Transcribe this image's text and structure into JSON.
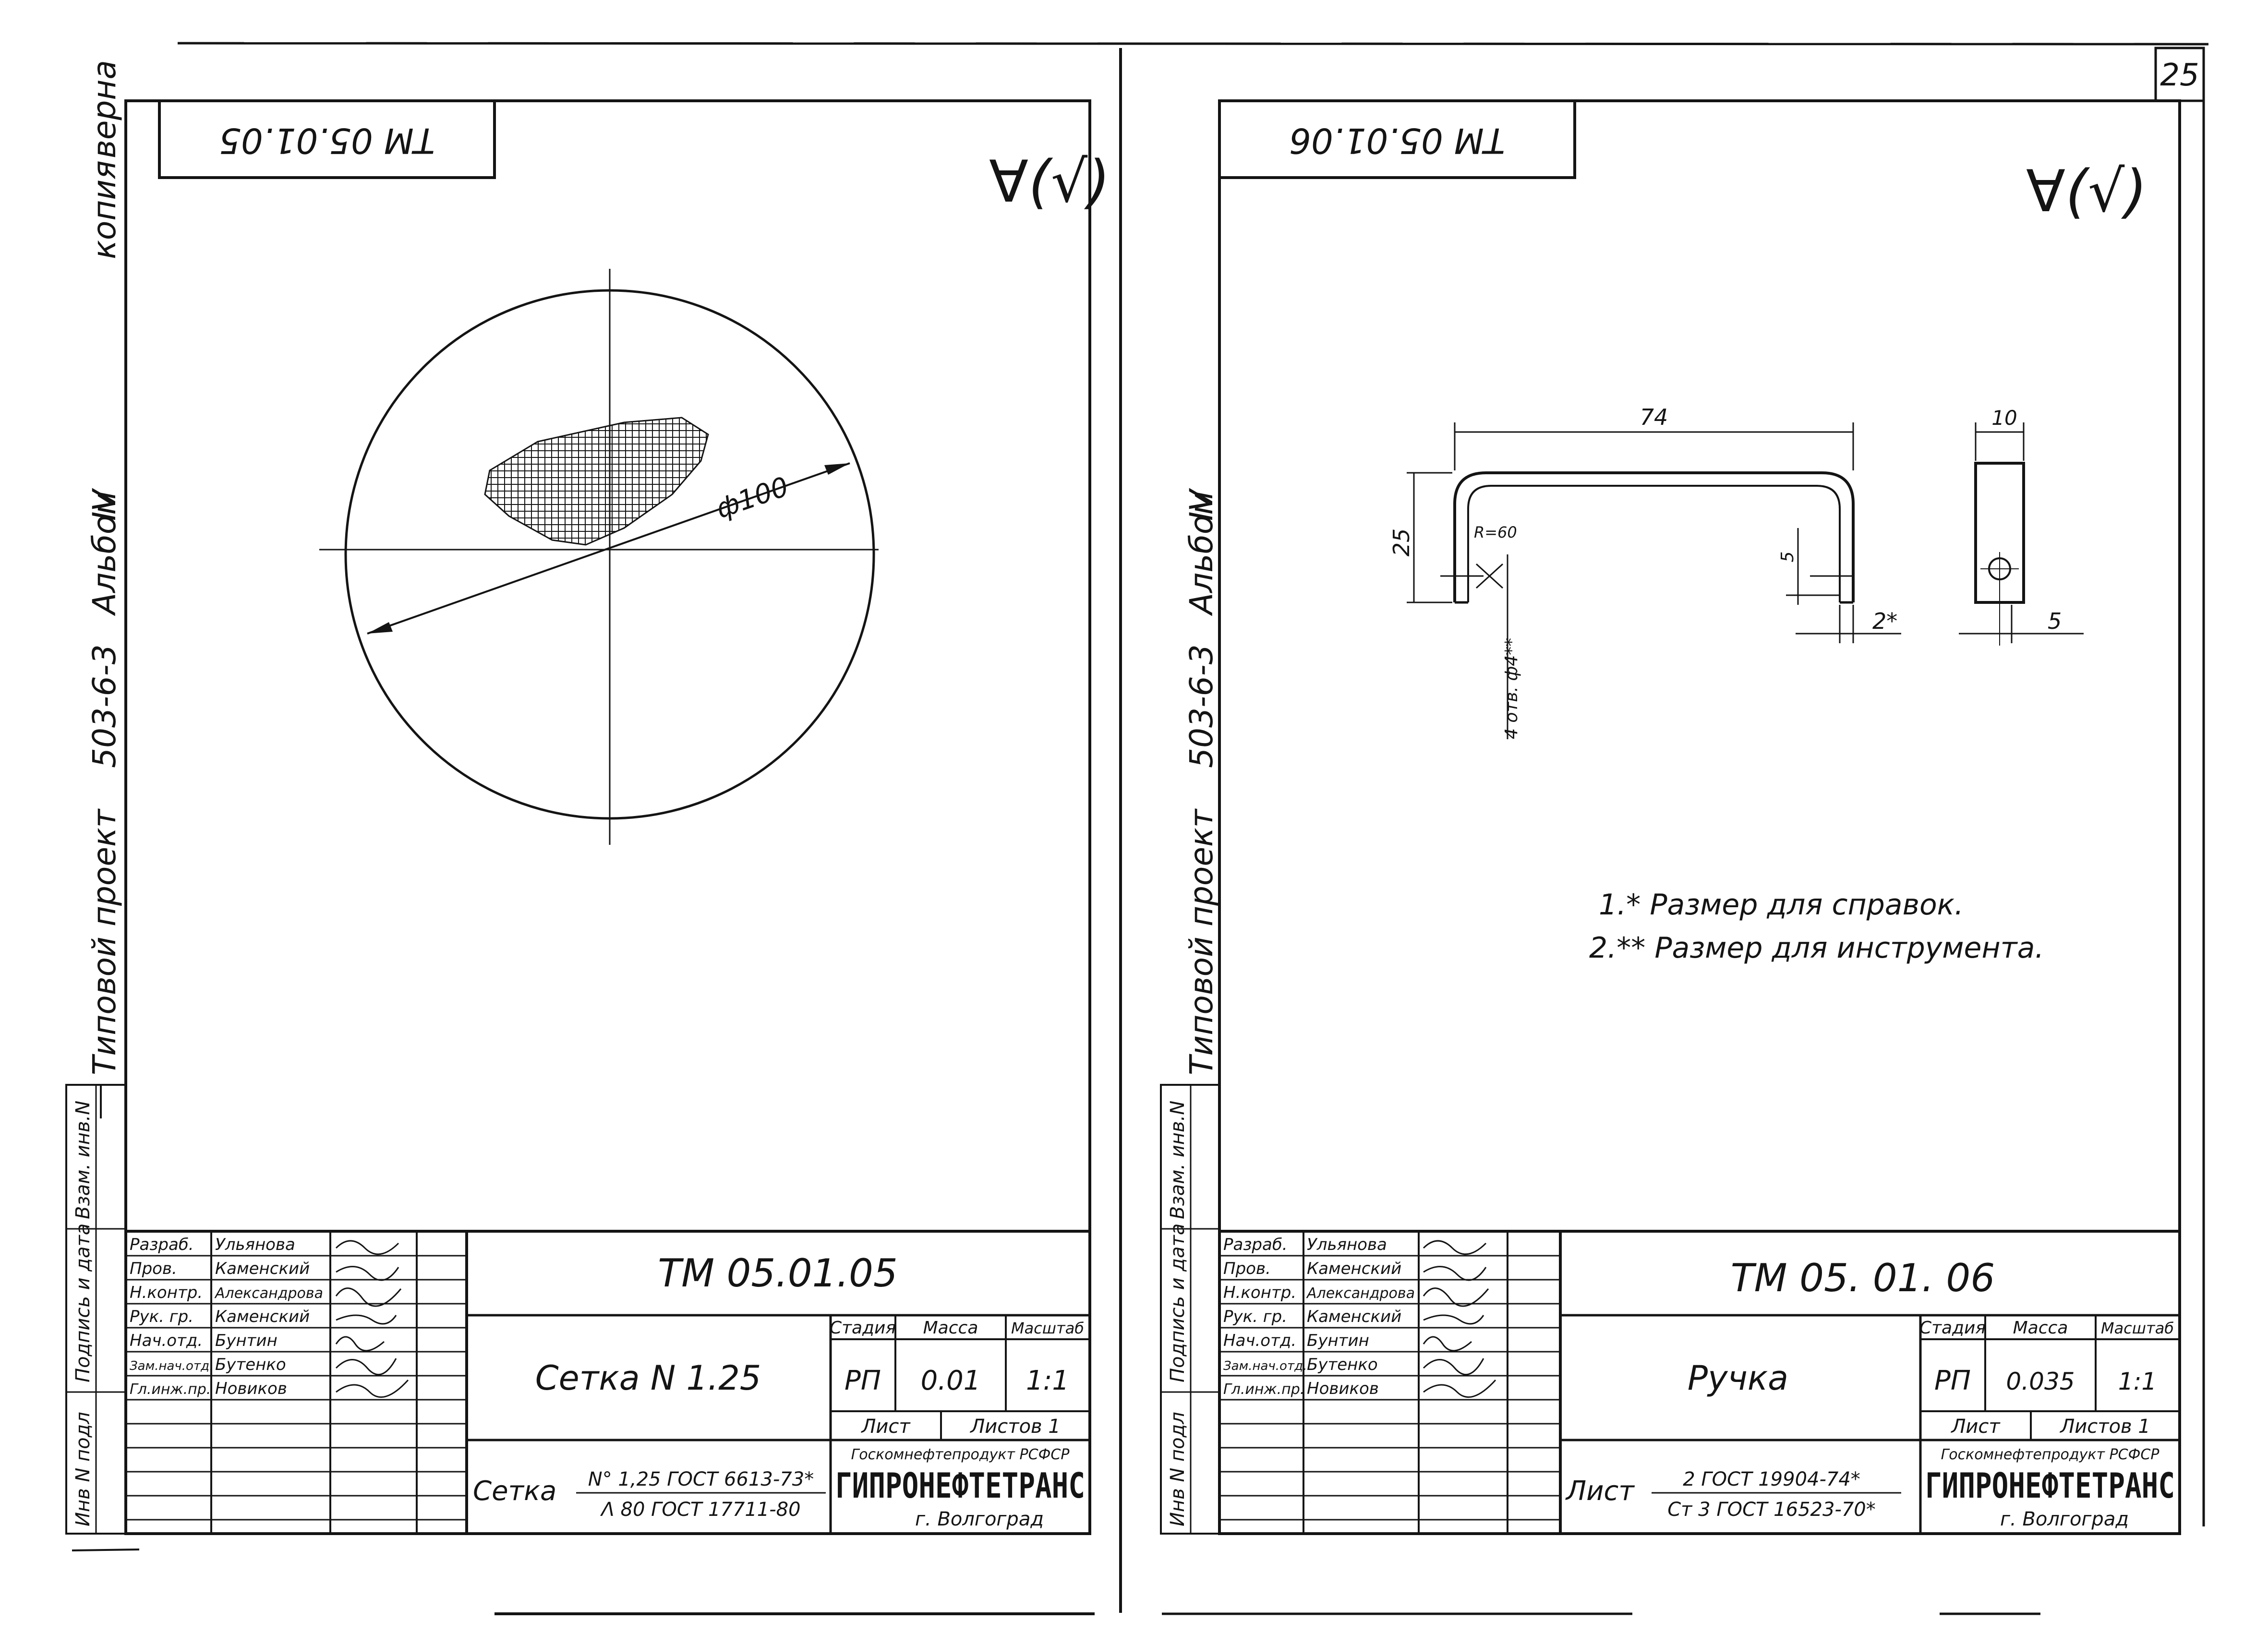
{
  "page_number": "25",
  "side_labels": {
    "left": [
      "Типовой проект",
      "503-6-3",
      "Альбом",
      "IV",
      "копия",
      "верна"
    ],
    "right": [
      "Типовой проект",
      "503-6-3",
      "Альбом",
      "IV"
    ],
    "stub": [
      "Инв N подл",
      "Подпись и дата",
      "Взам. инв.N"
    ]
  },
  "surface_symbol": "∀(√)",
  "people_rows": [
    {
      "role": "Разраб.",
      "name": "Ульянова"
    },
    {
      "role": "Пров.",
      "name": "Каменский"
    },
    {
      "role": "Н.контр.",
      "name": "Александрова"
    },
    {
      "role": "Рук. гр.",
      "name": "Каменский"
    },
    {
      "role": "Нач.отд.",
      "name": "Бунтин"
    },
    {
      "role": "Зам.нач.отд.",
      "name": "Бутенко"
    },
    {
      "role": "Гл.инж.пр.",
      "name": "Новиков"
    }
  ],
  "stamp_headers": {
    "stage": "Стадия",
    "mass": "Масса",
    "scale": "Масштаб",
    "sheet": "Лист",
    "sheets": "Листов 1"
  },
  "organization": {
    "line1": "Госкомнефтепродукт РСФСР",
    "line2": "ГИПРОНЕФТЕТРАНС",
    "city": "г. Волгоград"
  },
  "left_sheet": {
    "code_top": "ТМ 05.01.05",
    "code": "ТМ 05.01.05",
    "title": "Сетка  N 1.25",
    "stage": "РП",
    "mass": "0.01",
    "scale": "1:1",
    "material_label": "Сетка",
    "material_top": "N° 1,25 ГОСТ 6613-73*",
    "material_bottom": "Λ 80 ГОСТ 17711-80",
    "dimension": "ф100"
  },
  "right_sheet": {
    "code_top": "ТМ 05.01.06",
    "code": "ТМ 05. 01. 06",
    "title": "Ручка",
    "stage": "РП",
    "mass": "0.035",
    "scale": "1:1",
    "material_label": "Лист",
    "material_top": "2 ГОСТ 19904-74*",
    "material_bottom": "Ст 3 ГОСТ 16523-70*",
    "dims": {
      "length": "74",
      "height": "25",
      "radius": "R=60",
      "hole": "4 отв. ф4**",
      "five_a": "5",
      "thickness": "2*",
      "width": "10",
      "five_b": "5"
    },
    "notes": [
      "1.* Размер для справок.",
      "2.** Размер для инструмента."
    ]
  }
}
